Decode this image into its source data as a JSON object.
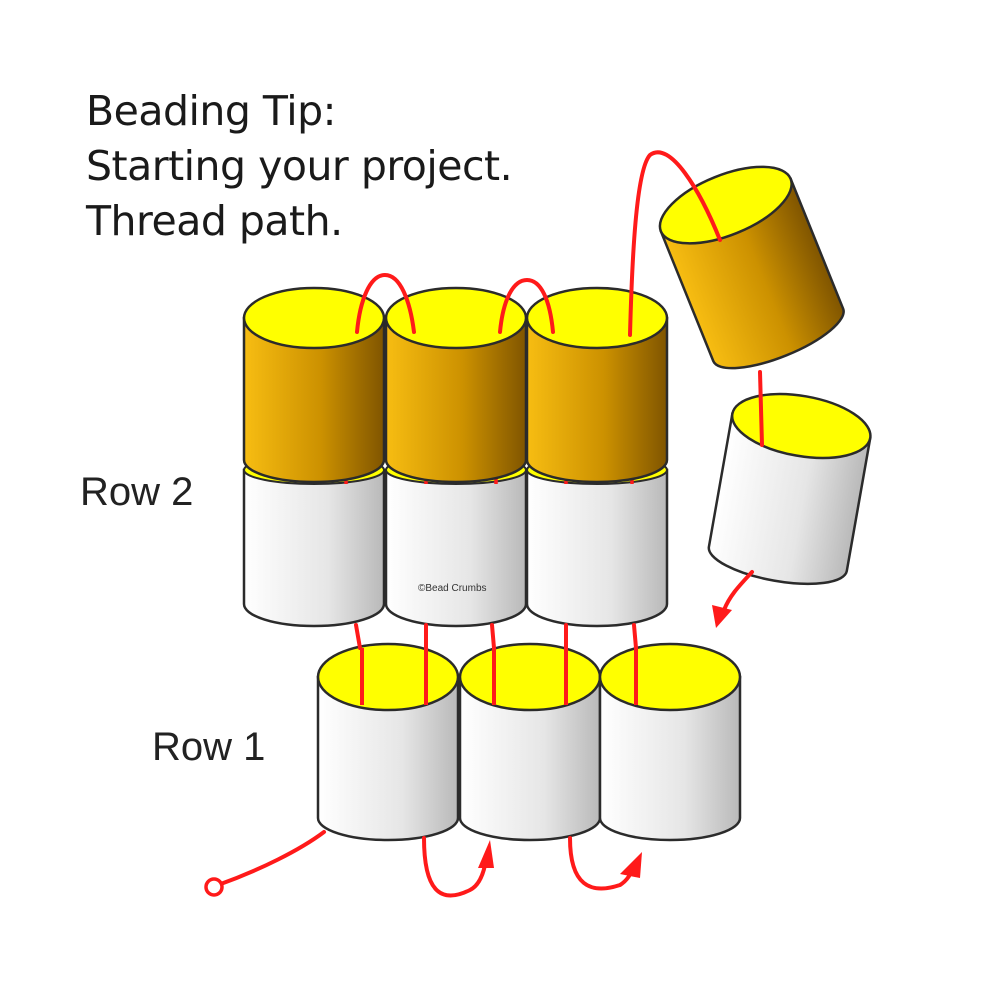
{
  "heading": {
    "line1": "Beading Tip:",
    "line2": "Starting your project.",
    "line3": "Thread path."
  },
  "labels": {
    "row1": "Row 1",
    "row2": "Row 2"
  },
  "credit": "©Bead Crumbs",
  "colors": {
    "thread": "#ff1a1a",
    "bead_hole": "#ffff00",
    "bead_gold_light": "#f4b400",
    "bead_gold_dark": "#8a5e00",
    "bead_white_light": "#ffffff",
    "bead_white_dark": "#bdbdbd",
    "outline": "#2b2b2b"
  }
}
